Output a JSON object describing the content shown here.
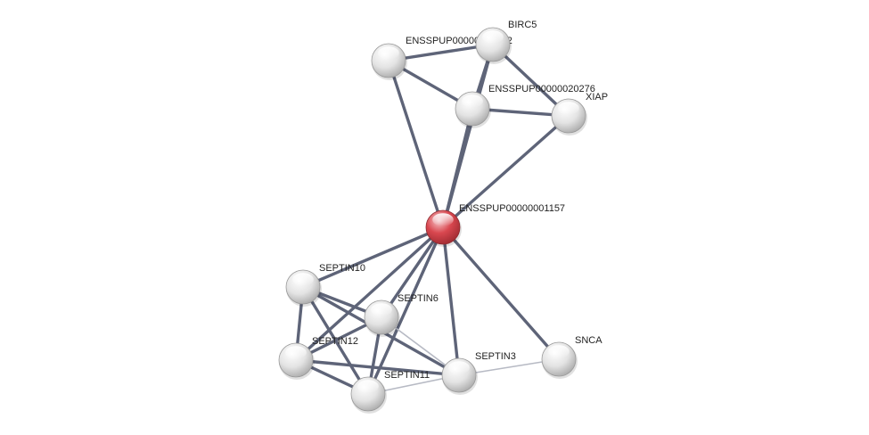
{
  "network": {
    "nodes": [
      {
        "id": "n1157",
        "label": "ENSSPUP00000001157",
        "query": true
      },
      {
        "id": "n25042",
        "label": "ENSSPUP00000025042"
      },
      {
        "id": "birc5",
        "label": "BIRC5"
      },
      {
        "id": "n20276",
        "label": "ENSSPUP00000020276"
      },
      {
        "id": "xiap",
        "label": "XIAP"
      },
      {
        "id": "septin10",
        "label": "SEPTIN10"
      },
      {
        "id": "septin6",
        "label": "SEPTIN6"
      },
      {
        "id": "septin12",
        "label": "SEPTIN12"
      },
      {
        "id": "septin11",
        "label": "SEPTIN11"
      },
      {
        "id": "septin3",
        "label": "SEPTIN3"
      },
      {
        "id": "snca",
        "label": "SNCA"
      }
    ],
    "edges": [
      {
        "from": "n1157",
        "to": "n25042",
        "strength": "strong"
      },
      {
        "from": "n1157",
        "to": "birc5",
        "strength": "strong"
      },
      {
        "from": "n1157",
        "to": "n20276",
        "strength": "strong"
      },
      {
        "from": "n1157",
        "to": "xiap",
        "strength": "strong"
      },
      {
        "from": "n1157",
        "to": "septin10",
        "strength": "strong"
      },
      {
        "from": "n1157",
        "to": "septin6",
        "strength": "strong"
      },
      {
        "from": "n1157",
        "to": "septin12",
        "strength": "strong"
      },
      {
        "from": "n1157",
        "to": "septin11",
        "strength": "strong"
      },
      {
        "from": "n1157",
        "to": "septin3",
        "strength": "strong"
      },
      {
        "from": "n1157",
        "to": "snca",
        "strength": "strong"
      },
      {
        "from": "n25042",
        "to": "birc5",
        "strength": "strong"
      },
      {
        "from": "n25042",
        "to": "n20276",
        "strength": "strong"
      },
      {
        "from": "birc5",
        "to": "n20276",
        "strength": "strong"
      },
      {
        "from": "birc5",
        "to": "xiap",
        "strength": "strong"
      },
      {
        "from": "n20276",
        "to": "xiap",
        "strength": "strong"
      },
      {
        "from": "septin10",
        "to": "septin6",
        "strength": "strong"
      },
      {
        "from": "septin10",
        "to": "septin12",
        "strength": "strong"
      },
      {
        "from": "septin10",
        "to": "septin11",
        "strength": "strong"
      },
      {
        "from": "septin10",
        "to": "septin3",
        "strength": "strong"
      },
      {
        "from": "septin6",
        "to": "septin12",
        "strength": "strong"
      },
      {
        "from": "septin6",
        "to": "septin11",
        "strength": "strong"
      },
      {
        "from": "septin6",
        "to": "septin3",
        "strength": "weak"
      },
      {
        "from": "septin12",
        "to": "septin11",
        "strength": "strong"
      },
      {
        "from": "septin12",
        "to": "septin3",
        "strength": "strong"
      },
      {
        "from": "septin11",
        "to": "septin3",
        "strength": "weak"
      },
      {
        "from": "septin3",
        "to": "snca",
        "strength": "weak"
      }
    ],
    "colors": {
      "query_node": "#d9474f",
      "node": "#e2e2e2",
      "edge_strong": "#5e6478",
      "edge_weak": "#b7bac4"
    }
  }
}
